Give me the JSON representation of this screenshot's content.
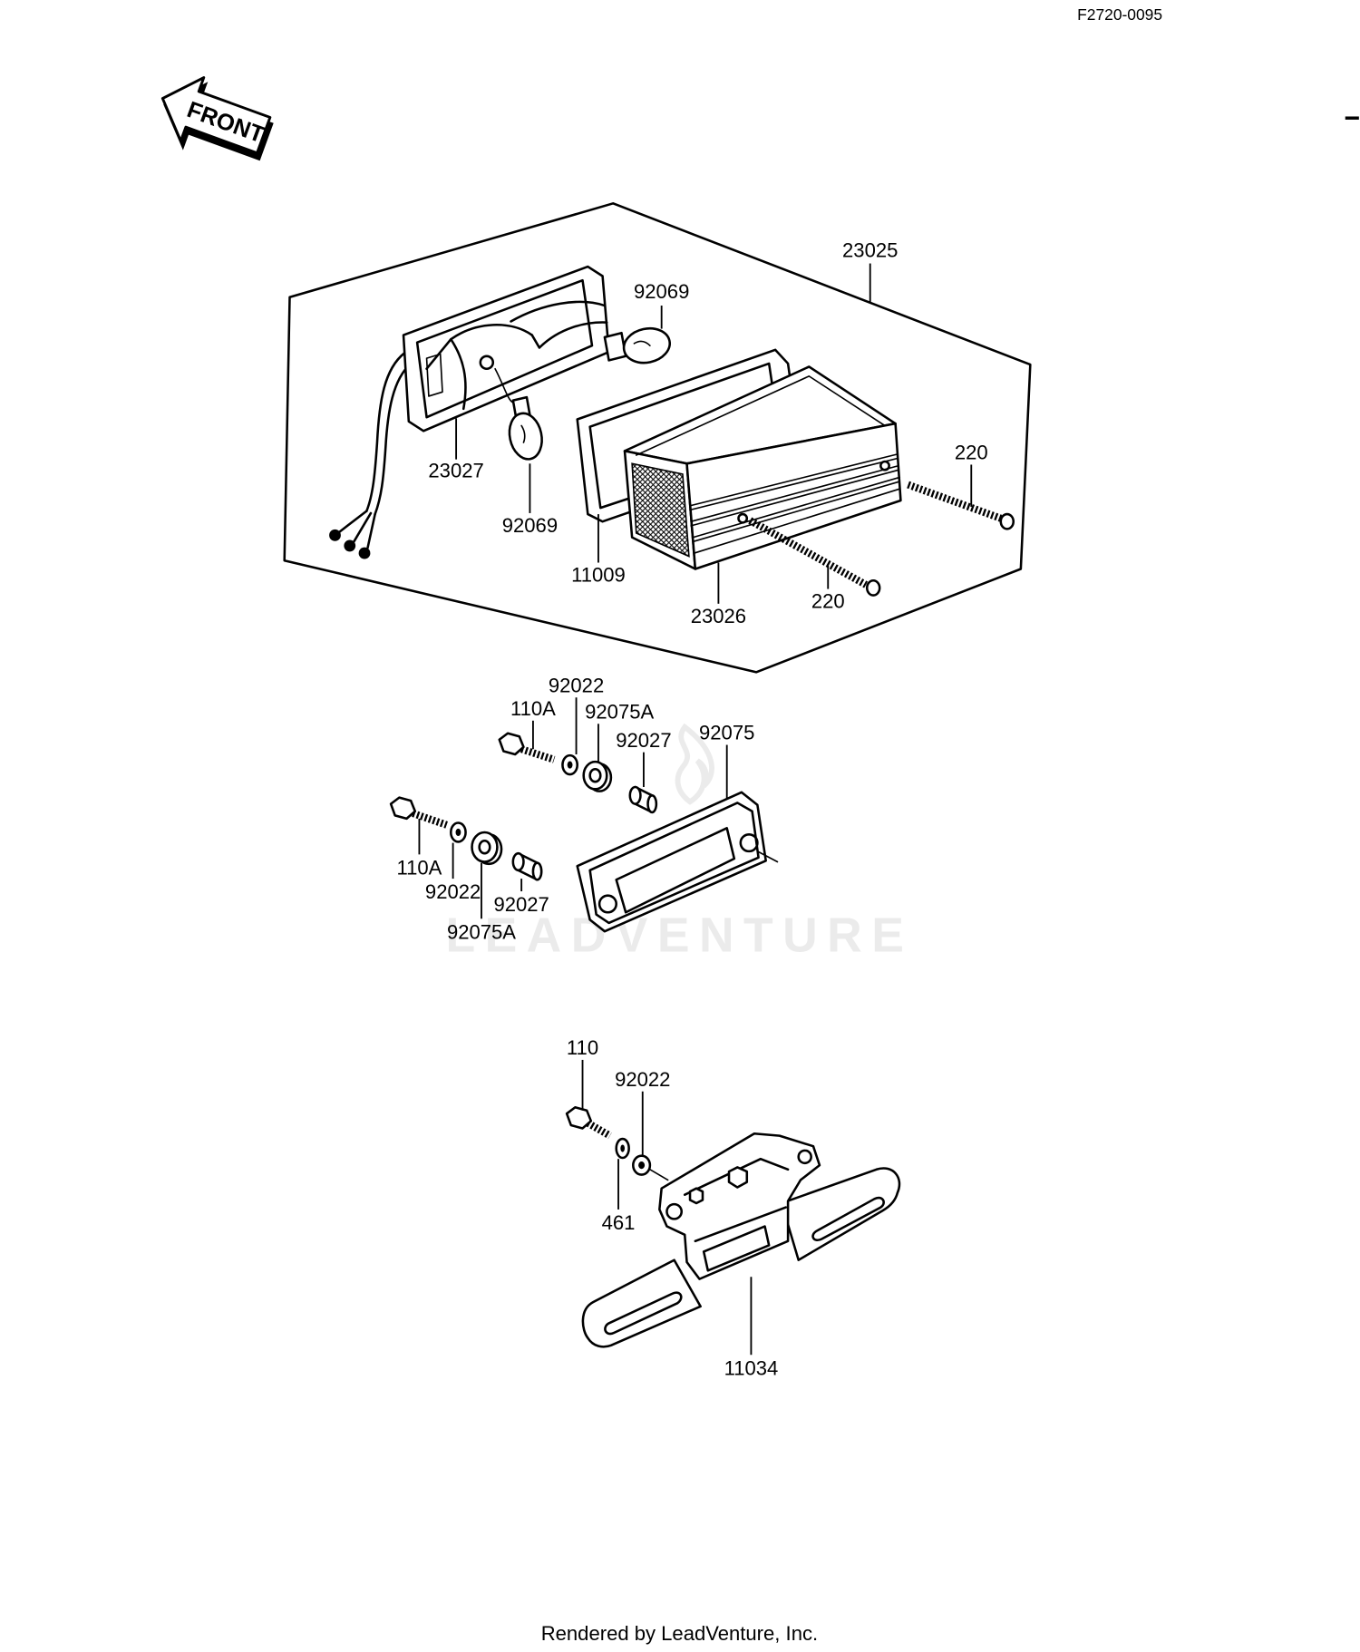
{
  "document": {
    "diagram_code": "F2720-0095",
    "watermark": "LEADVENTURE",
    "footer": "Rendered by LeadVenture, Inc."
  },
  "orientation": {
    "label": "FRONT",
    "icon": "front-direction-arrow-icon"
  },
  "callouts": {
    "tail_lamp_assembly": "23025",
    "bulb_upper": "92069",
    "lamp_housing": "23027",
    "bulb_lower": "92069",
    "gasket": "11009",
    "lens": "23026",
    "screw_right": "220",
    "screw_left": "220",
    "washer_upper": "92022",
    "bolt_upper": "110A",
    "grommet_upper": "92075A",
    "spacer_upper": "92027",
    "lamp_base": "92075",
    "bolt_lower": "110A",
    "washer_lower": "92022",
    "spacer_lower": "92027",
    "grommet_lower": "92075A",
    "bracket_bolt": "110",
    "bracket_washer": "92022",
    "lock_washer": "461",
    "license_bracket": "11034"
  },
  "colors": {
    "ink": "#000000",
    "background": "#ffffff",
    "watermark": "#ebebeb"
  }
}
